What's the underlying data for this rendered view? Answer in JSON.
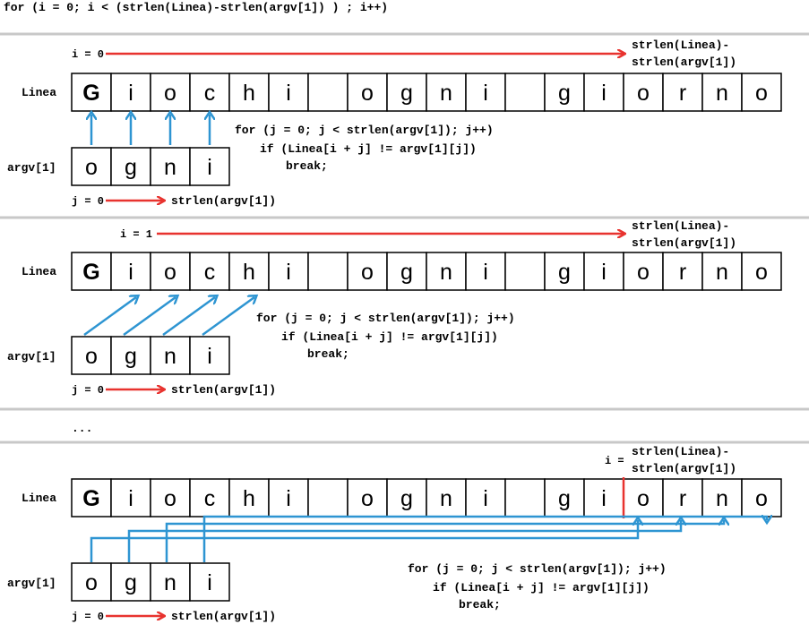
{
  "header_code": "for (i = 0; i < (strlen(Linea)-strlen(argv[1]) ) ; i++)",
  "linea_label": "Linea",
  "argv_label": "argv[1]",
  "linea_chars": [
    "G",
    "i",
    "o",
    "c",
    "h",
    "i",
    " ",
    "o",
    "g",
    "n",
    "i",
    " ",
    "g",
    "i",
    "o",
    "r",
    "n",
    "o"
  ],
  "argv_chars": [
    "o",
    "g",
    "n",
    "i"
  ],
  "inner_loop": {
    "line1": "for (j = 0; j < strlen(argv[1]); j++)",
    "line2": "if (Linea[i + j] != argv[1][j])",
    "line3": "break;"
  },
  "j_start": "j = 0",
  "j_end": "strlen(argv[1])",
  "i_end_line1": "strlen(Linea)-",
  "i_end_line2": "strlen(argv[1])",
  "ellipsis": "...",
  "sections": [
    {
      "i_label": "i = 0",
      "offset": 0
    },
    {
      "i_label": "i = 1",
      "offset": 1
    },
    {
      "i_label": "i =",
      "offset": 14
    }
  ],
  "colors": {
    "red": "#e8332f",
    "blue": "#2e95d2",
    "divider": "#c8c8c8"
  }
}
